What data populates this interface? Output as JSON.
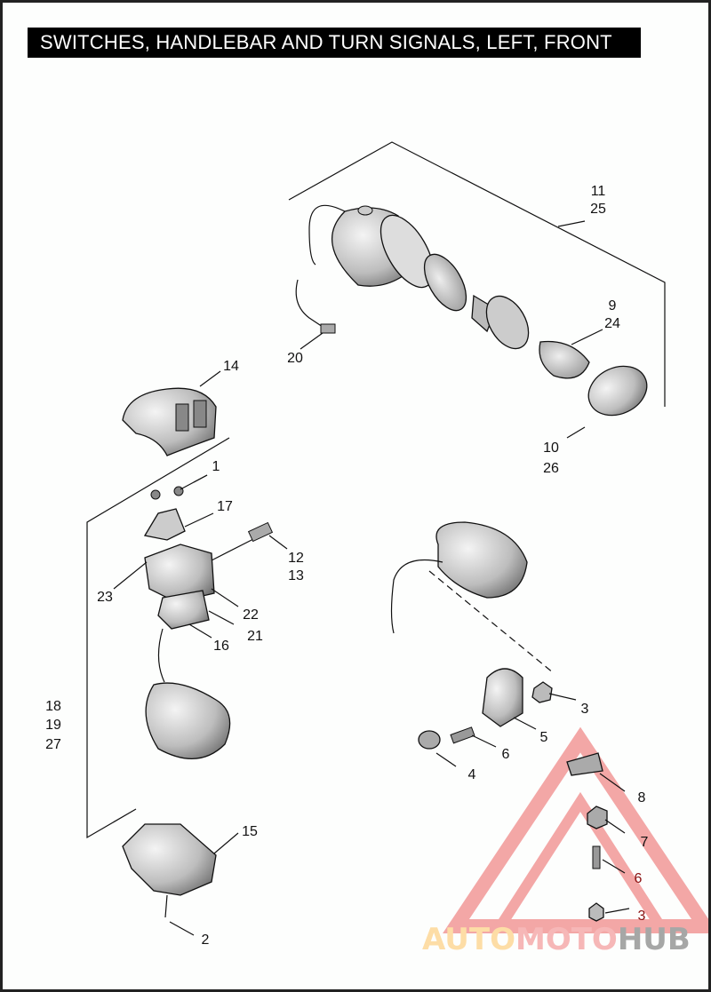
{
  "title": "SWITCHES, HANDLEBAR AND TURN SIGNALS, LEFT, FRONT",
  "callouts": {
    "c11": "11",
    "c25": "25",
    "c9": "9",
    "c24": "24",
    "c20": "20",
    "c14": "14",
    "c10": "10",
    "c26": "26",
    "c1": "1",
    "c17": "17",
    "c12": "12",
    "c13": "13",
    "c23": "23",
    "c22": "22",
    "c21": "21",
    "c16": "16",
    "c18": "18",
    "c19": "19",
    "c27": "27",
    "c3a": "3",
    "c5": "5",
    "c6a": "6",
    "c4": "4",
    "c8": "8",
    "c7": "7",
    "c6b": "6",
    "c3b": "3",
    "c15": "15",
    "c2": "2"
  },
  "watermark": {
    "part1": "AUTO",
    "part2": "MOTO",
    "part3": "HUB",
    "color1": "#fdd28a",
    "color2": "#f4a0a0",
    "color3": "#8a8a8a"
  }
}
